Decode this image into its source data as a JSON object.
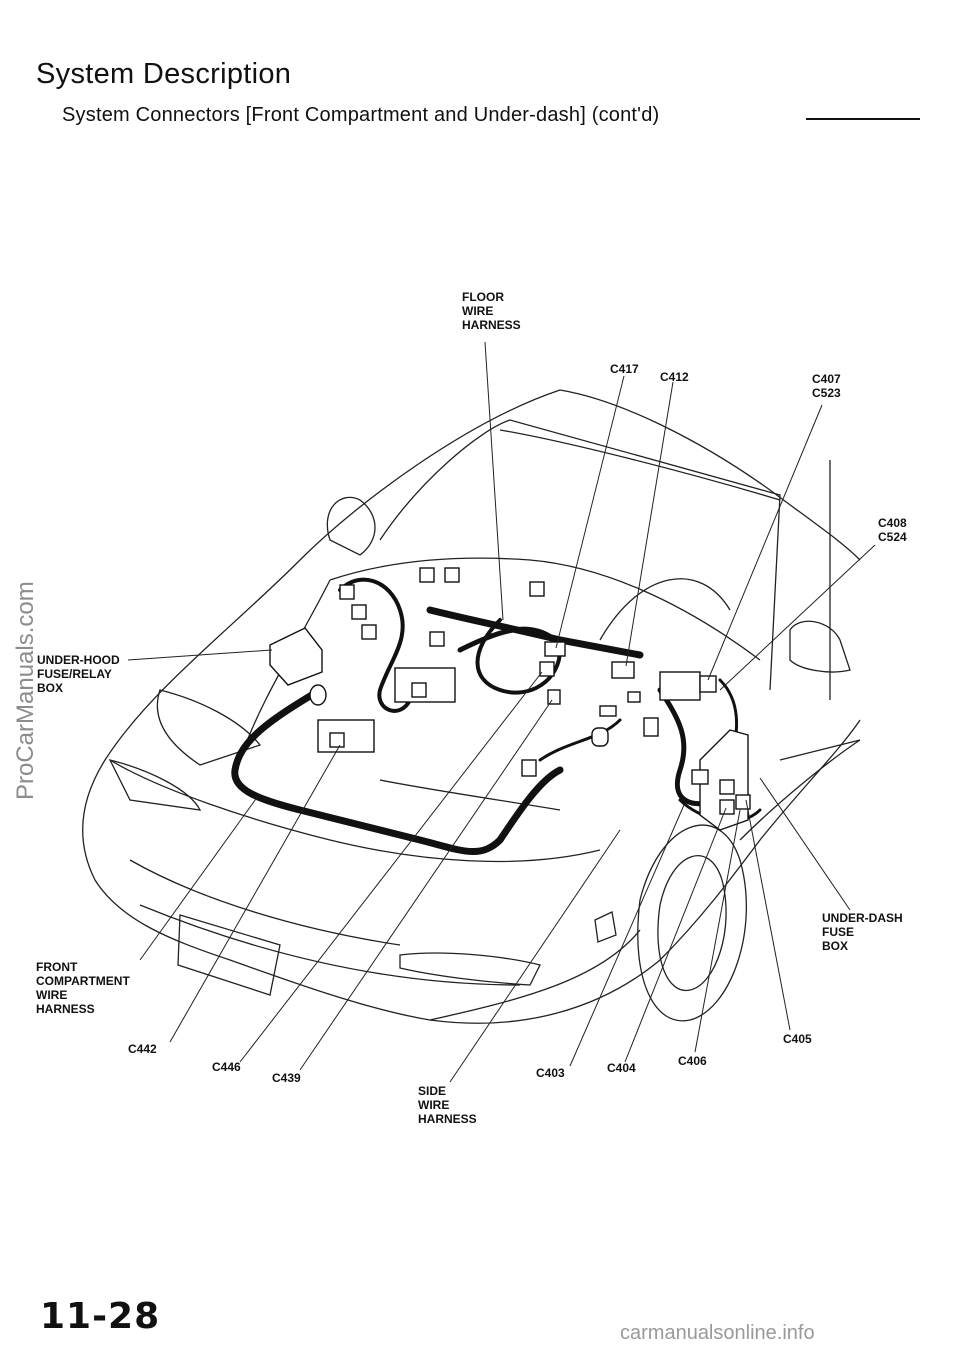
{
  "header": {
    "title": "System Description",
    "subtitle": "System Connectors [Front Compartment and Under-dash] (cont'd)"
  },
  "labels": {
    "floor_harness": "FLOOR\nWIRE\nHARNESS",
    "c417": "C417",
    "c412": "C412",
    "c407_c523": "C407\nC523",
    "c408_c524": "C408\nC524",
    "underhood_box": "UNDER-HOOD\nFUSE/RELAY\nBOX",
    "underdash_box": "UNDER-DASH\nFUSE\nBOX",
    "front_harness": "FRONT\nCOMPARTMENT\nWIRE\nHARNESS",
    "c442": "C442",
    "c446": "C446",
    "c439": "C439",
    "side_harness": "SIDE\nWIRE\nHARNESS",
    "c403": "C403",
    "c404": "C404",
    "c406": "C406",
    "c405": "C405"
  },
  "watermarks": {
    "side": "ProCarManuals.com",
    "bottom": "carmanualsonline.info"
  },
  "page_number": "11-28"
}
